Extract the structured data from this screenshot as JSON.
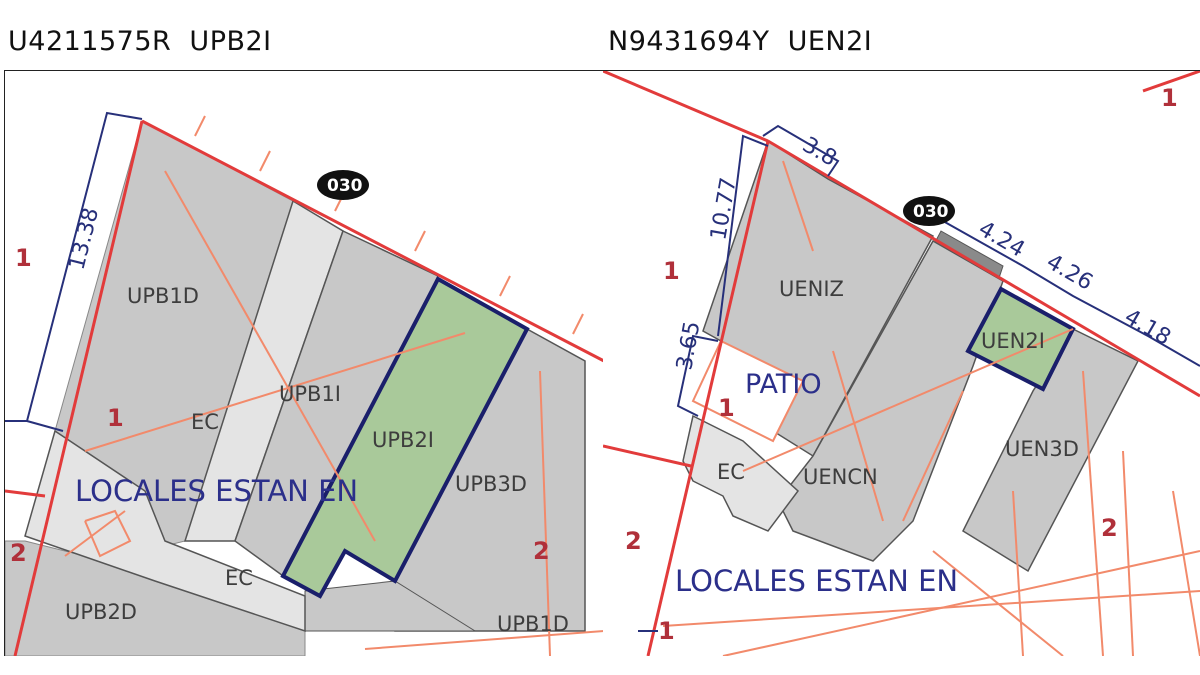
{
  "captions": {
    "left": "U4211575R  UPB2I",
    "right": "N9431694Y  UEN2I"
  },
  "left_map": {
    "dimension": "13.38",
    "street_number": "030",
    "units": {
      "upb1d": "UPB1D",
      "upb1i": "UPB1I",
      "upb2i": "UPB2I",
      "upb3d": "UPB3D",
      "upb2d": "UPB2D",
      "upb1d_b": "UPB1D",
      "ec1": "EC",
      "ec2": "EC"
    },
    "note": "LOCALES ESTAN EN",
    "markers": {
      "m1a": "1",
      "m1b": "1",
      "m2a": "2",
      "m2b": "2"
    }
  },
  "right_map": {
    "dimensions": {
      "d1": "10.77",
      "d2": "3.8",
      "d3": "4.24",
      "d4": "4.26",
      "d5": "4.18",
      "d6": "3.65"
    },
    "street_number": "030",
    "units": {
      "ueniz": "UENIZ",
      "uen2i": "UEN2I",
      "patio": "PATIO",
      "ec": "EC",
      "uencn": "UENCN",
      "uen3d": "UEN3D"
    },
    "note": "LOCALES ESTAN EN",
    "markers": {
      "m1a": "1",
      "m1b": "1",
      "m1c": "1",
      "m1d": "1",
      "m2a": "2",
      "m2b": "2"
    }
  },
  "colors": {
    "building": "#c8c8c8",
    "common_area": "#e4e4e4",
    "highlight": "#a9c99a",
    "outline_navy": "#1a1f6b",
    "street_red": "#e23b3b",
    "salmon": "#f28a6b"
  }
}
